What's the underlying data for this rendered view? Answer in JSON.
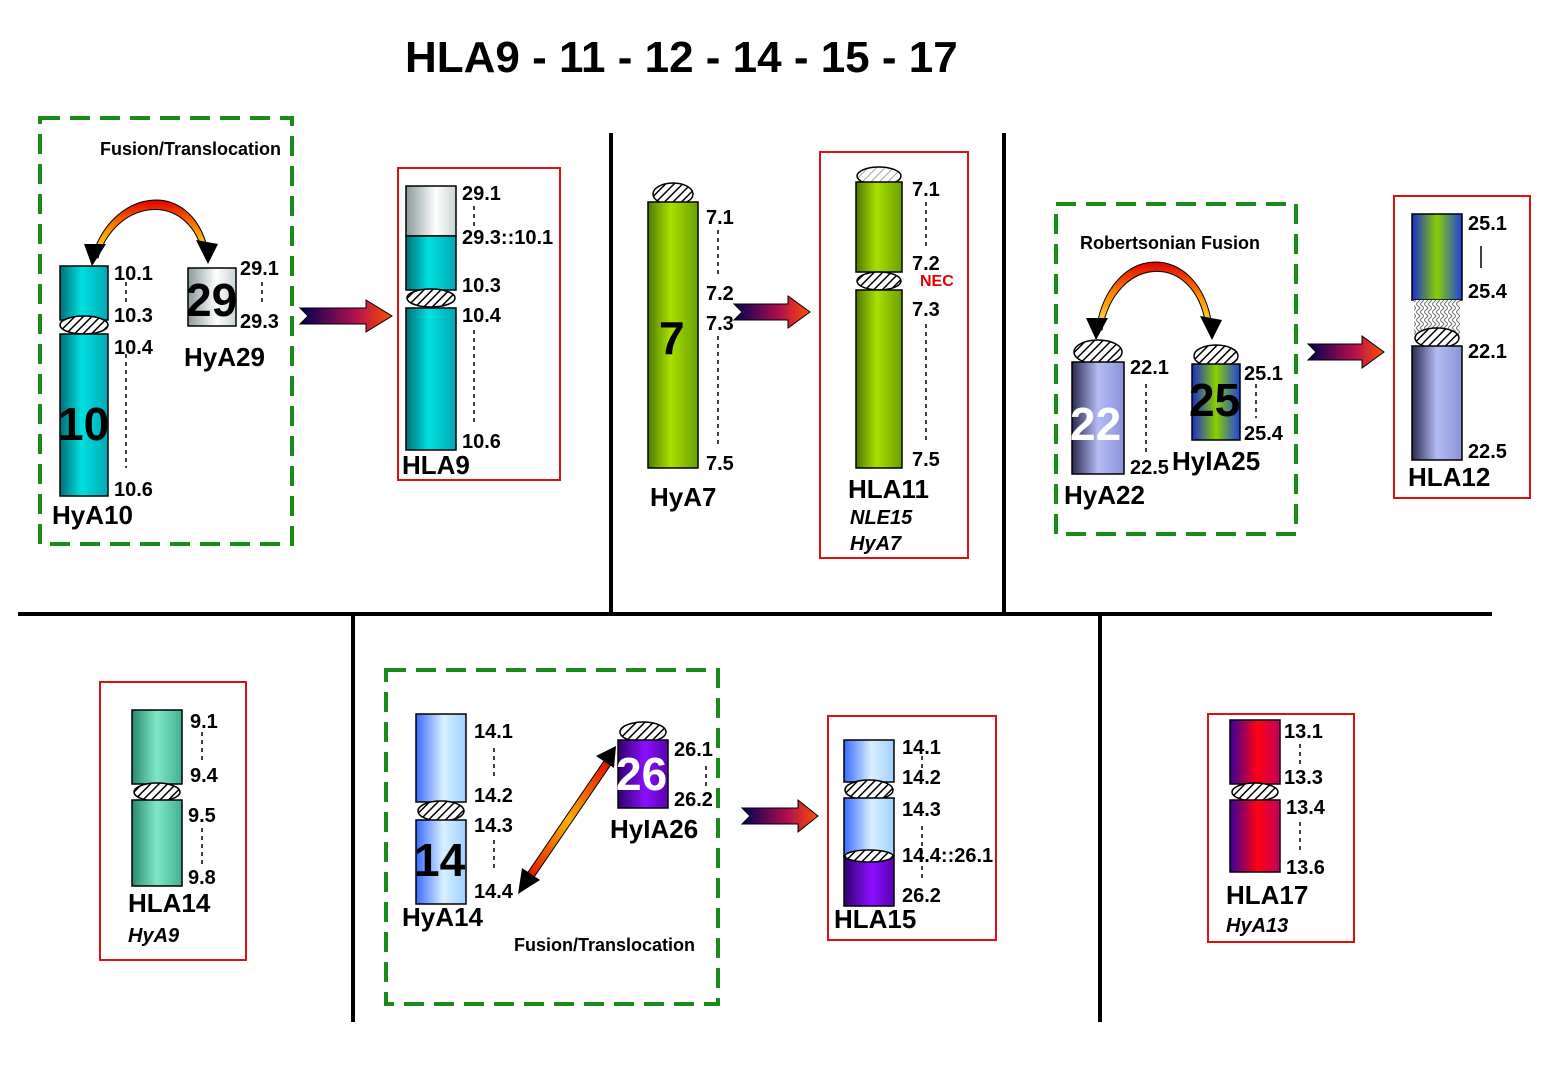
{
  "title": "HLA9 - 11 - 12 - 14 - 15 - 17",
  "colors": {
    "cyan": "#00d2d2",
    "lime": "#9ad400",
    "periwinkle": "#a8b0ee",
    "light_blue": "#cde8ff",
    "mint": "#5fd6b0",
    "purple": "#7a00d8",
    "red": "#ff0010",
    "dark_blue": "#3a00a0",
    "dashed_box": "#1a8a1a",
    "result_box": "#e01010"
  },
  "panels": {
    "hla9": {
      "process_label": "Fusion/Translocation",
      "chrom_a": {
        "number": "10",
        "name": "HyA10",
        "bands": [
          "10.1",
          "10.3",
          "10.4",
          "10.6"
        ]
      },
      "chrom_b": {
        "number": "29",
        "name": "HyA29",
        "bands": [
          "29.1",
          "29.3"
        ]
      },
      "result": {
        "name": "HLA9",
        "bands": [
          "29.1",
          "29.3::10.1",
          "10.3",
          "10.4",
          "10.6"
        ]
      }
    },
    "hla11": {
      "chrom": {
        "number": "7",
        "name": "HyA7",
        "bands": [
          "7.1",
          "7.2",
          "7.3",
          "7.5"
        ]
      },
      "result": {
        "name": "HLA11",
        "alias1": "NLE15",
        "alias2": "HyA7",
        "bands": [
          "7.1",
          "7.2",
          "7.3",
          "7.5"
        ],
        "marker": "NEC"
      }
    },
    "hla12": {
      "process_label": "Robertsonian  Fusion",
      "chrom_a": {
        "number": "22",
        "name": "HyA22",
        "bands": [
          "22.1",
          "22.5"
        ]
      },
      "chrom_b": {
        "number": "25",
        "name": "HyIA25",
        "bands": [
          "25.1",
          "25.4"
        ]
      },
      "result": {
        "name": "HLA12",
        "bands": [
          "25.1",
          "25.4",
          "22.1",
          "22.5"
        ]
      }
    },
    "hla14": {
      "result": {
        "name": "HLA14",
        "alias": "HyA9",
        "bands": [
          "9.1",
          "9.4",
          "9.5",
          "9.8"
        ]
      }
    },
    "hla15": {
      "process_label": "Fusion/Translocation",
      "chrom_a": {
        "number": "14",
        "name": "HyA14",
        "bands": [
          "14.1",
          "14.2",
          "14.3",
          "14.4"
        ]
      },
      "chrom_b": {
        "number": "26",
        "name": "HyIA26",
        "bands": [
          "26.1",
          "26.2"
        ]
      },
      "result": {
        "name": "HLA15",
        "bands": [
          "14.1",
          "14.2",
          "14.3",
          "14.4::26.1",
          "26.2"
        ]
      }
    },
    "hla17": {
      "result": {
        "name": "HLA17",
        "alias": "HyA13",
        "bands": [
          "13.1",
          "13.3",
          "13.4",
          "13.6"
        ]
      }
    }
  }
}
